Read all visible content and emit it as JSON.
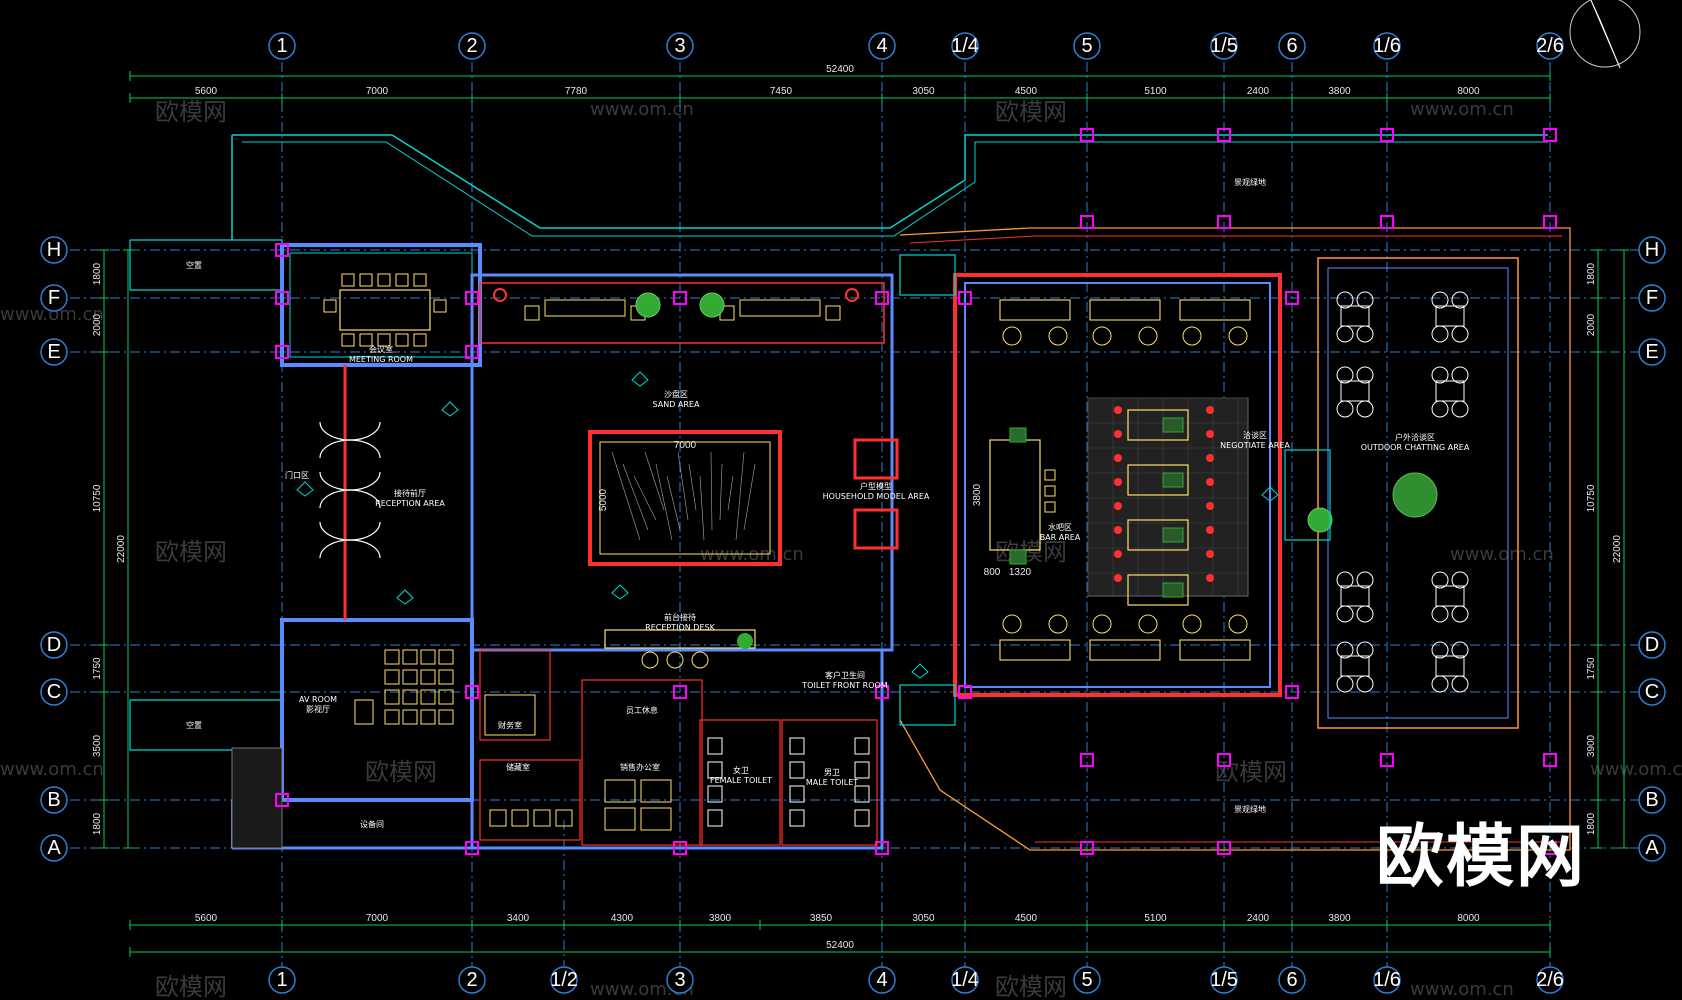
{
  "grid": {
    "cols_top": [
      "1",
      "2",
      "3",
      "4",
      "1/4",
      "5",
      "1/5",
      "6",
      "1/6",
      "2/6"
    ],
    "cols_bottom": [
      "1",
      "2",
      "1/2",
      "3",
      "4",
      "1/4",
      "5",
      "1/5",
      "6",
      "1/6",
      "2/6"
    ],
    "rows": [
      "H",
      "F",
      "E",
      "D",
      "C",
      "B",
      "A"
    ]
  },
  "dims": {
    "top_total": "52400",
    "top_segments": [
      "5600",
      "7000",
      "7780",
      "7450",
      "3050",
      "4500",
      "5100",
      "2400",
      "3800",
      "8000"
    ],
    "bottom_total": "52400",
    "bottom_segments": [
      "5600",
      "7000",
      "3400",
      "4300",
      "3800",
      "3850",
      "3050",
      "4500",
      "5100",
      "2400",
      "3800",
      "8000"
    ],
    "left_segments": [
      "1800",
      "2000",
      "10750",
      "1750",
      "3500",
      "1800"
    ],
    "left_total": "22000",
    "right_segments": [
      "1800",
      "2000",
      "10750",
      "1750",
      "3900",
      "1800"
    ],
    "right_total": "22000",
    "sand_w": "7000",
    "sand_h": "5000",
    "bar_h": "3800",
    "bar_w1": "800",
    "bar_w2": "1320"
  },
  "rooms": {
    "meeting_cn": "会议室",
    "meeting_en": "MEETING ROOM",
    "reception_cn": "接待前厅",
    "reception_en": "RECEPTION AREA",
    "sand_cn": "沙盘区",
    "sand_en": "SAND AREA",
    "model_cn": "户型模型",
    "model_en": "HOUSEHOLD MODEL AREA",
    "desk_cn": "前台接待",
    "desk_en": "RECEPTION DESK",
    "bar_cn": "水吧区",
    "bar_en": "BAR AREA",
    "nego_cn": "洽谈区",
    "nego_en": "NEGOTIATE AREA",
    "outdoor_cn": "户外洽谈区",
    "outdoor_en": "OUTDOOR CHATTING AREA",
    "av_cn": "影视厅",
    "av_en": "AV ROOM",
    "toilet_cn": "客户卫生间",
    "toilet_en": "TOILET FRONT ROOM",
    "office_cn": "销售办公室",
    "finance_cn": "财务室",
    "female_cn": "女卫",
    "female_en": "FEMALE TOILET",
    "male_cn": "男卫",
    "male_en": "MALE TOILET",
    "empty1": "空置",
    "empty2": "空置",
    "store": "储藏室",
    "pantry": "员工休息",
    "entry": "门口区",
    "equip": "设备间",
    "landscape_top": "景观绿地",
    "landscape_bottom": "景观绿地"
  },
  "watermark": {
    "cn": "欧模网",
    "url": "www.om.cn"
  },
  "logo": "欧模网",
  "colors": {
    "grid": "#2a7fd4",
    "wall": "#5b8cff",
    "glass": "#00d6d6",
    "furniture": "#ffe066",
    "red": "#ff3030",
    "column": "#ff00ff",
    "dim": "#00cc66",
    "green": "#33aa33",
    "orange": "#ff9933"
  }
}
